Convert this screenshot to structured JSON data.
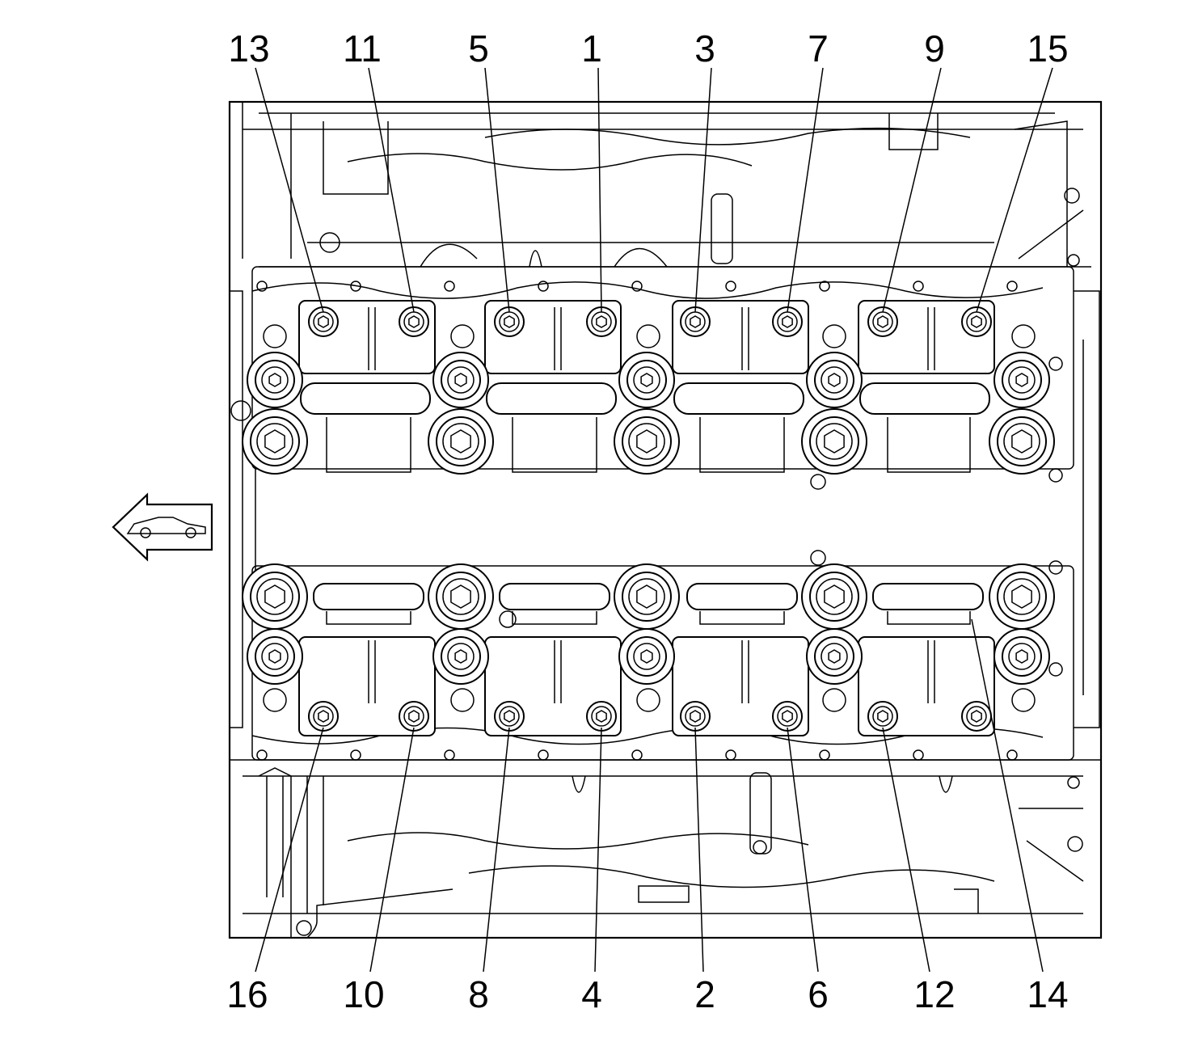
{
  "bolt_sequence": {
    "top_row": [
      "13",
      "11",
      "5",
      "1",
      "3",
      "7",
      "9",
      "15"
    ],
    "bottom_row": [
      "16",
      "10",
      "8",
      "4",
      "2",
      "6",
      "12",
      "14"
    ]
  },
  "icons": {
    "direction_indicator": "front-of-vehicle-arrow-icon",
    "vehicle": "car-icon"
  },
  "colors": {
    "line": "#000000",
    "background": "#ffffff"
  }
}
